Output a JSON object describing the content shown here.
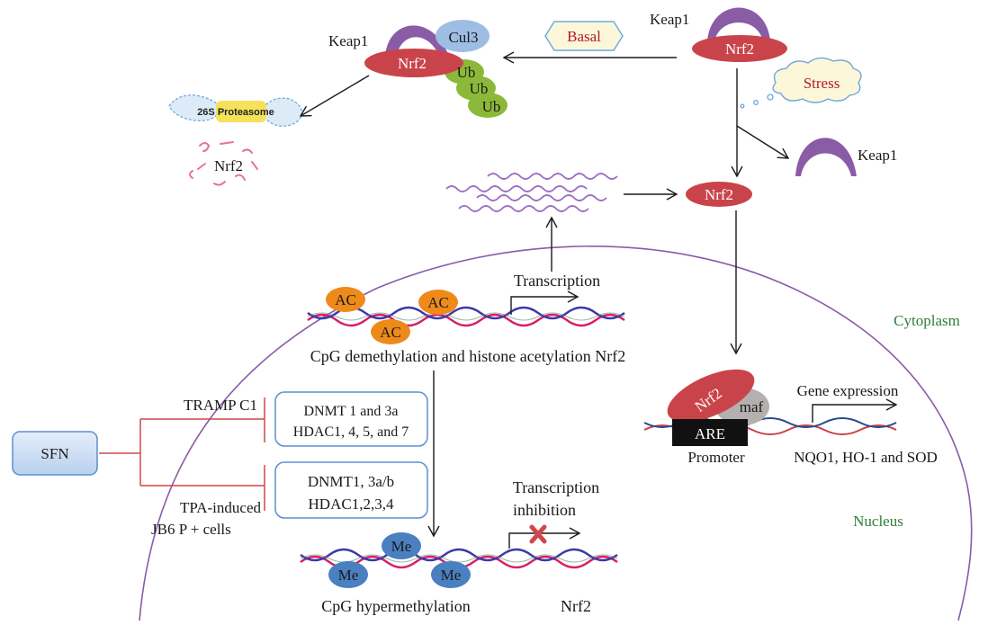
{
  "colors": {
    "nrf2_red": "#c9444a",
    "keap1_purple": "#8a5ca6",
    "cul3_blue": "#9dbde3",
    "ub_green": "#8cb83a",
    "ac_orange": "#ee8a1a",
    "me_blue": "#4a7fc0",
    "maf_gray": "#b4b0b0",
    "membrane_purple": "#8a5ca6",
    "inhibit_red": "#d0474a",
    "box_border": "#5b8fd0",
    "label_green": "#2e7d3a",
    "label_red": "#b01c22"
  },
  "cytoplasm": {
    "keap1_left": "Keap1",
    "nrf2_complex": "Nrf2",
    "cul3": "Cul3",
    "ub": [
      "Ub",
      "Ub",
      "Ub"
    ],
    "basal": "Basal",
    "keap1_right": "Keap1",
    "nrf2_right": "Nrf2",
    "stress": "Stress",
    "keap1_released": "Keap1",
    "nrf2_free": "Nrf2",
    "proteasome": "26S Proteasome",
    "nrf2_degraded": "Nrf2",
    "region_label": "Cytoplasm"
  },
  "nucleus": {
    "region_label": "Nucleus",
    "transcription": "Transcription",
    "ac": [
      "AC",
      "AC",
      "AC"
    ],
    "demethylation_caption": "CpG demethylation and histone acetylation Nrf2",
    "sfn": "SFN",
    "tramp": "TRAMP C1",
    "tpa_line1": "TPA-induced",
    "tpa_line2": "JB6 P + cells",
    "box1_line1": "DNMT 1 and 3a",
    "box1_line2": "HDAC1, 4, 5, and 7",
    "box2_line1": "DNMT1, 3a/b",
    "box2_line2": "HDAC1,2,3,4",
    "inhibition_line1": "Transcription",
    "inhibition_line2": "inhibition",
    "me": [
      "Me",
      "Me",
      "Me"
    ],
    "hypermethylation_caption": "CpG hypermethylation",
    "nrf2_gene": "Nrf2",
    "nrf2_bound": "Nrf2",
    "maf": "maf",
    "are": "ARE",
    "promoter": "Promoter",
    "gene_expression": "Gene expression",
    "target_genes": "NQO1, HO-1 and SOD"
  }
}
